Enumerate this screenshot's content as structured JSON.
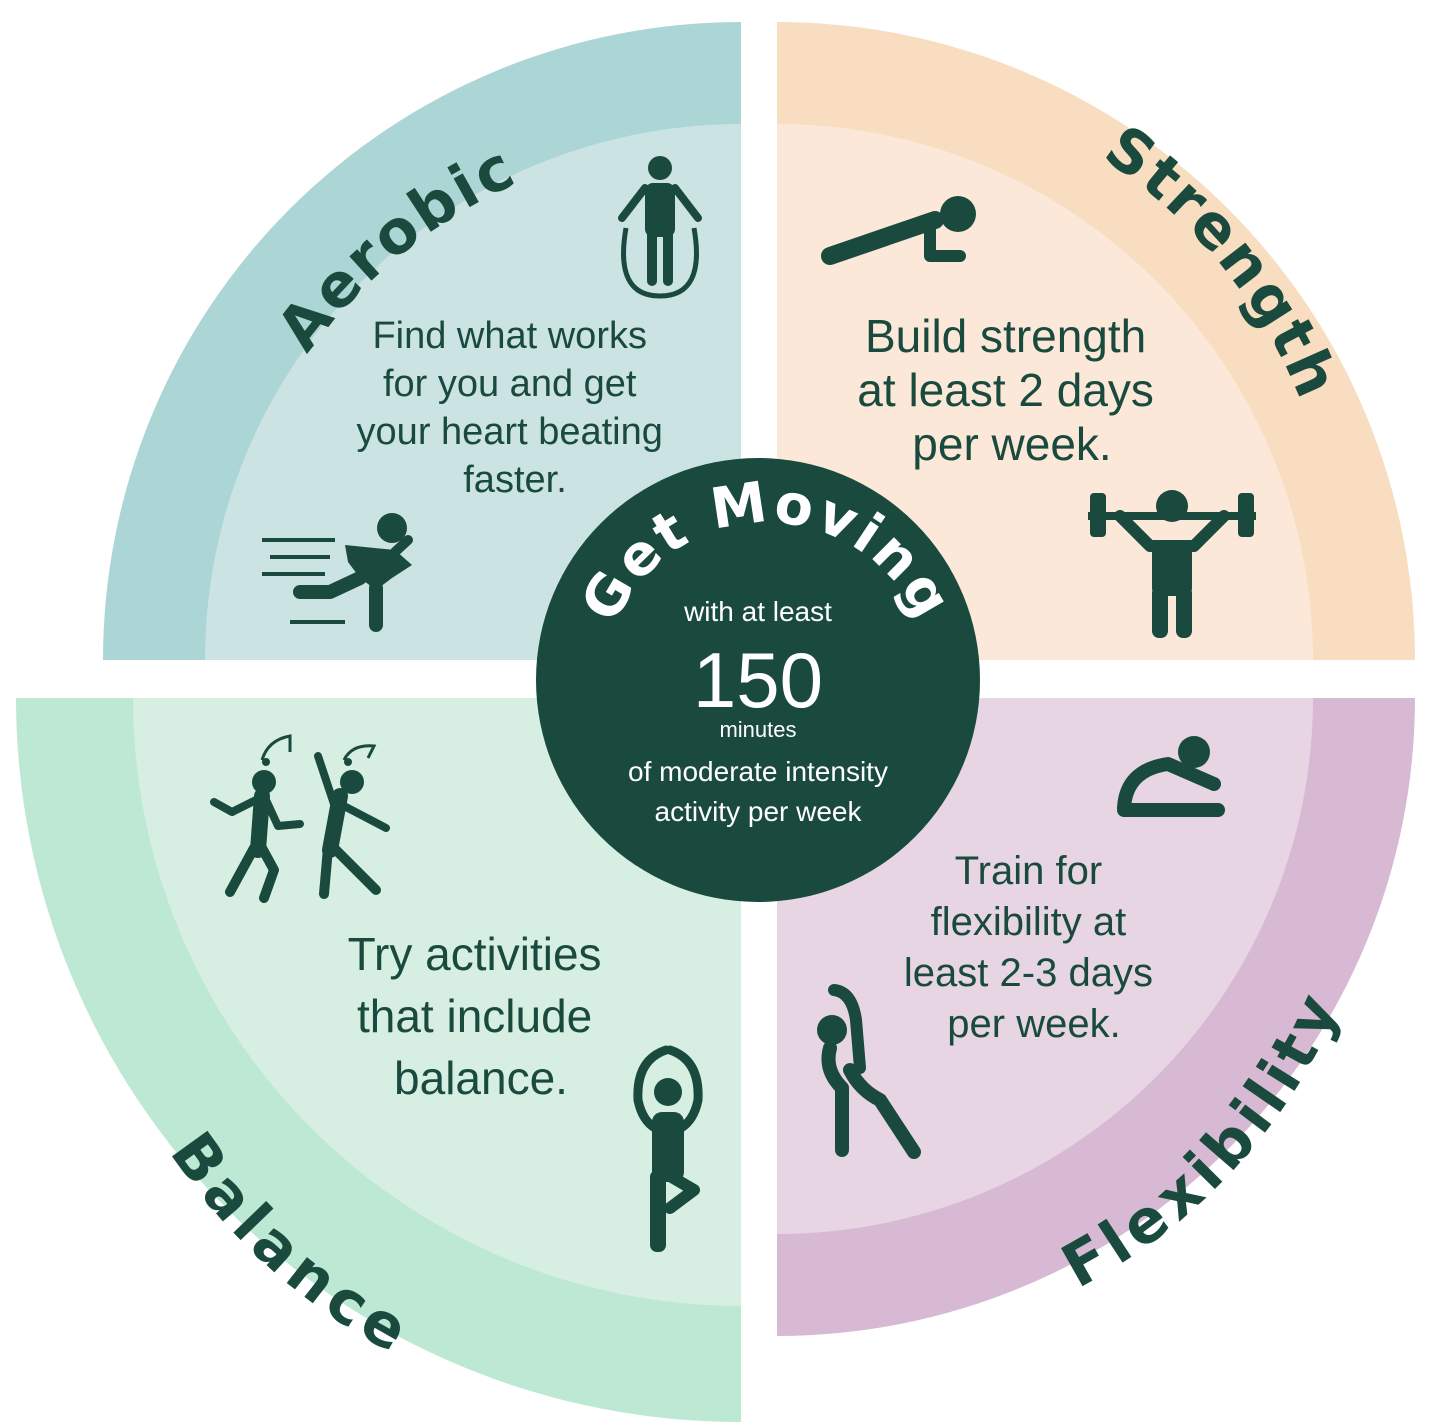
{
  "colors": {
    "dark_green": "#1a4a3e",
    "aerobic_outer": "#acd5d5",
    "aerobic_inner": "#cbe3e3",
    "strength_outer": "#f8ddc1",
    "strength_inner": "#fbe8d8",
    "balance_outer": "#bde8d3",
    "balance_inner": "#d6efe2",
    "flexibility_outer": "#d8b9d4",
    "flexibility_inner": "#e7d5e4"
  },
  "center": {
    "title": "Get Moving",
    "intro": "with at least",
    "number": "150",
    "unit": "minutes",
    "line1": "of moderate intensity",
    "line2": "activity per week"
  },
  "quadrants": {
    "aerobic": {
      "title": "Aerobic",
      "lines": [
        "Find what works",
        "for you and get",
        "your heart beating",
        "faster."
      ],
      "icons": [
        "jump-rope-icon",
        "running-icon"
      ]
    },
    "strength": {
      "title": "Strength",
      "lines": [
        "Build strength",
        "at least 2 days",
        "per week."
      ],
      "icons": [
        "plank-icon",
        "weightlifting-icon"
      ]
    },
    "balance": {
      "title": "Balance",
      "lines": [
        "Try activities",
        "that include",
        "balance."
      ],
      "icons": [
        "dancing-icon",
        "tree-pose-icon"
      ]
    },
    "flexibility": {
      "title": "Flexibility",
      "lines": [
        "Train for",
        "flexibility at",
        "least 2-3 days",
        "per week."
      ],
      "icons": [
        "seated-stretch-icon",
        "side-stretch-icon"
      ]
    }
  }
}
